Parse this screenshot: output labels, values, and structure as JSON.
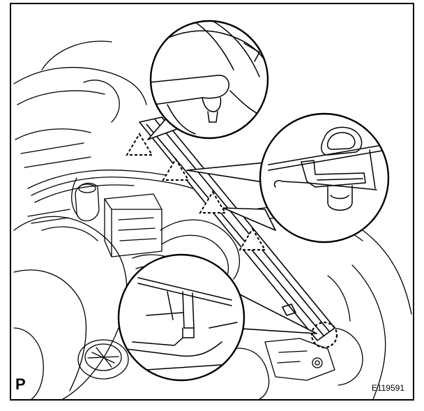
{
  "figure": {
    "corner_label": "P",
    "figure_code": "E119591"
  },
  "icons": {
    "clip_marker": "dashed-triangle-clip-icon",
    "detail_callout": "magnified-detail-circle",
    "target_marker": "dashed-circle-marker"
  },
  "colors": {
    "line": "#000000",
    "background": "#ffffff"
  }
}
